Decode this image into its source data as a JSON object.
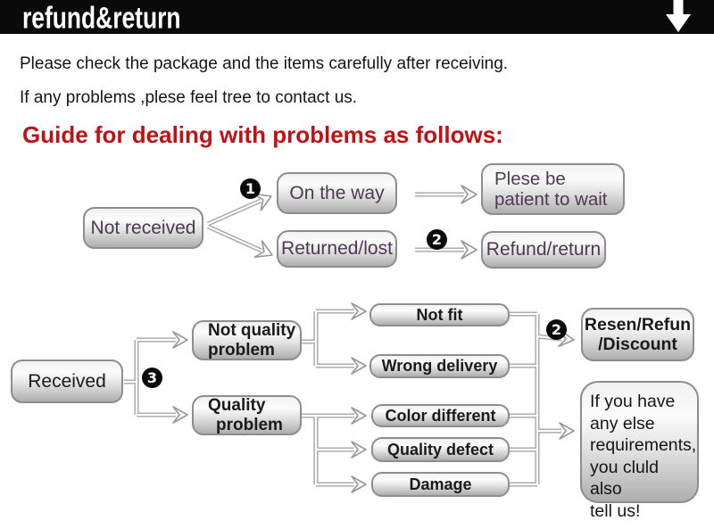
{
  "header": {
    "title": "refund&return"
  },
  "intro": {
    "line1": "Please check the package and the items carefully after receiving.",
    "line2": "If any problems ,plese feel tree to contact us."
  },
  "guide_heading": "Guide for dealing with problems as follows:",
  "colors": {
    "heading_red": "#bf1116",
    "purple_text": "#4e3852",
    "dark_text": "#1a1a1a",
    "bar_black": "#0a0a0a"
  },
  "flowchart": {
    "badges": {
      "b1": "1",
      "b2a": "2",
      "b2b": "2",
      "b3": "3"
    },
    "nodes": {
      "not_received": "Not received",
      "on_the_way": "On the way",
      "returned_lost": "Returned/lost",
      "plese_wait_l1": "Plese be",
      "plese_wait_l2": "patient to wait",
      "refund_return": "Refund/return",
      "received": "Received",
      "not_quality_l1": "Not quality",
      "not_quality_l2": "problem",
      "quality_l1": "Quality",
      "quality_l2": "problem",
      "not_fit": "Not fit",
      "wrong_delivery": "Wrong delivery",
      "color_different": "Color different",
      "quality_defect": "Quality defect",
      "damage": "Damage",
      "resen_l1": "Resen/Refun",
      "resen_l2": "/Discount",
      "big_l1": "If you have",
      "big_l2": "any else",
      "big_l3": "requirements,",
      "big_l4": "you cluld also",
      "big_l5": "tell us!"
    }
  }
}
